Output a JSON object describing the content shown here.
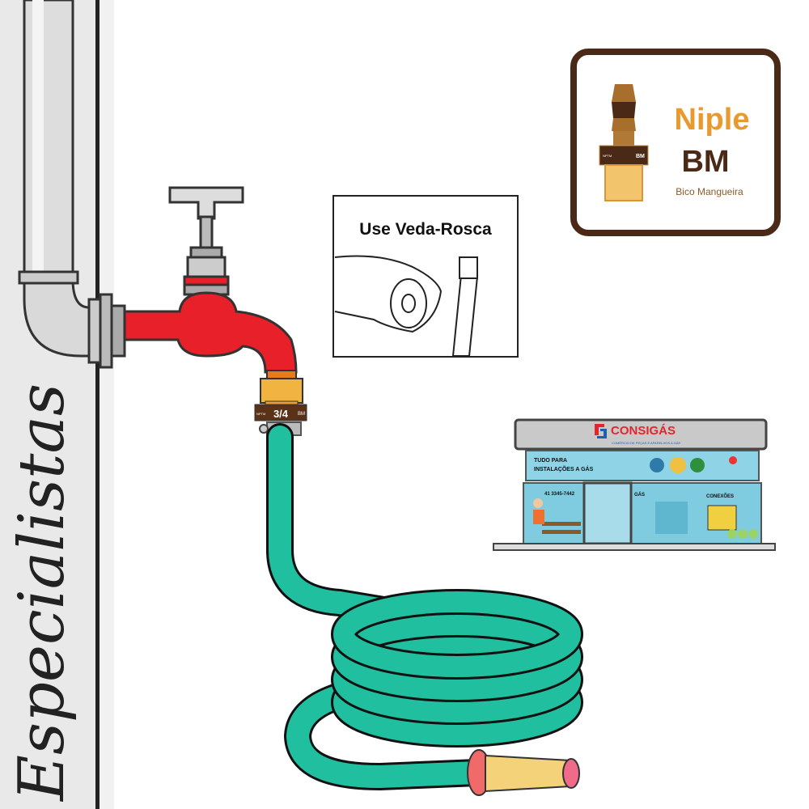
{
  "side_label": "Especialistas",
  "tip_card": {
    "title": "Use Veda-Rosca"
  },
  "product_badge": {
    "title": "Niple",
    "subtitle": "BM",
    "caption": "Bico Mangueira",
    "fitting_marks": [
      "NPTM",
      "BM"
    ]
  },
  "adapter": {
    "size_label": "3/4",
    "left_mark": "NPTM",
    "right_mark": "BM"
  },
  "store": {
    "brand": "CONSIGÁS",
    "tagline": "COMÉRCIO DE PEÇAS E APARELHOS A GÁS",
    "banner_line1": "TUDO PARA",
    "banner_line2": "INSTALAÇÕES A GÁS",
    "phone": "41 3345-7442",
    "section_gas": "GÁS",
    "section_connections": "CONEXÕES"
  },
  "colors": {
    "faucet": "#e8202a",
    "hose": "#1fbf9f",
    "brass": "#f2b441",
    "brown": "#4a2a17",
    "badge_orange": "#e89a2f",
    "brand_red": "#e4262c",
    "brand_blue": "#1f5fae"
  }
}
